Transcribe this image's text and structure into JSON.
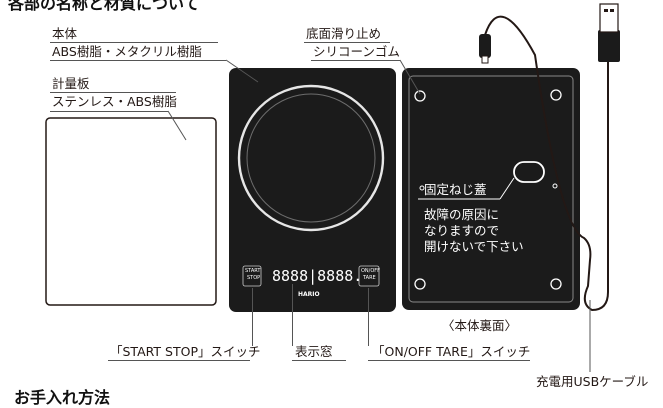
{
  "headings": {
    "top": "各部の名称と材質について",
    "bottom": "お手入れ方法"
  },
  "labels": {
    "body": "本体",
    "body_material": "ABS樹脂・メタクリル樹脂",
    "plate": "計量板",
    "plate_material": "ステンレス・ABS樹脂",
    "non_slip": "底面滑り止め",
    "non_slip_material": "シリコーンゴム",
    "fixing_screw": "固定ねじ蓋",
    "warning": "故障の原因に\nなりますので\n開けないで下さい",
    "back_caption": "〈本体裏面〉",
    "start_stop": "「START STOP」スイッチ",
    "display": "表示窓",
    "on_off_tare": "「ON/OFF TARE」スイッチ",
    "usb_cable": "充電用USBケーブル"
  },
  "device": {
    "start_label_1": "START",
    "start_label_2": "STOP",
    "digits": "8888|8888.",
    "onoff_label_1": "ON/OFF",
    "onoff_label_2": "TARE",
    "brand": "HARIO"
  }
}
